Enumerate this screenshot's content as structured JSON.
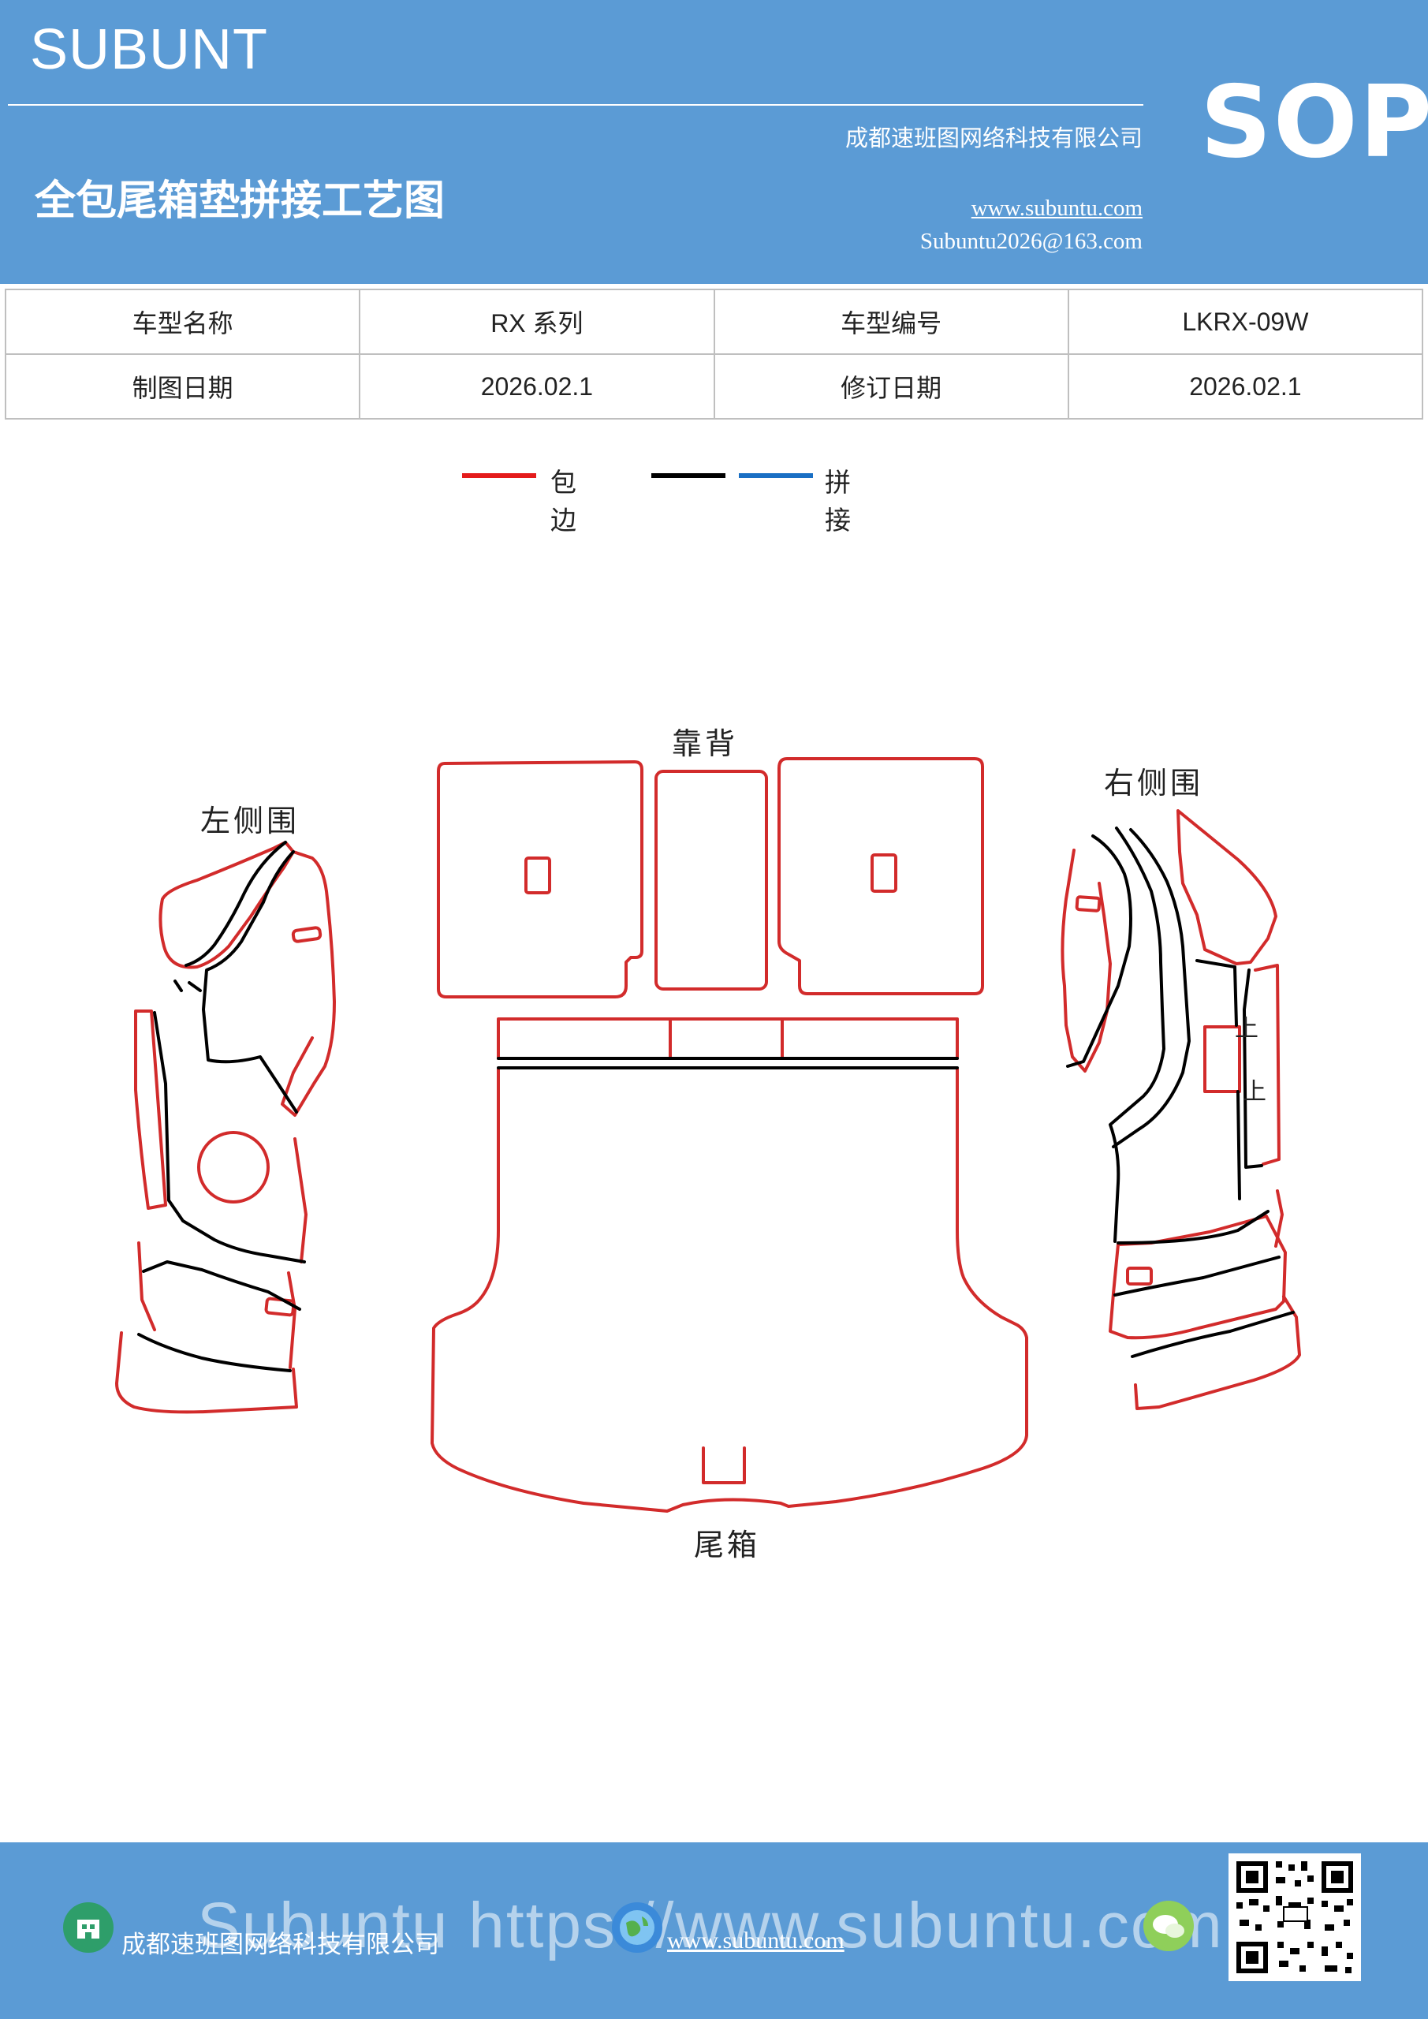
{
  "header": {
    "brand": "SUBUNT",
    "title": "全包尾箱垫拼接工艺图",
    "company": "成都速班图网络科技有限公司",
    "website": "www.subuntu.com",
    "email": "Subuntu2026@163.com",
    "badge": "SOP"
  },
  "info_table": {
    "model_name_label": "车型名称",
    "model_name_value": "RX 系列",
    "model_code_label": "车型编号",
    "model_code_value": "LKRX-09W",
    "draw_date_label": "制图日期",
    "draw_date_value": "2026.02.1",
    "revise_date_label": "修订日期",
    "revise_date_value": "2026.02.1"
  },
  "legend": {
    "edge_label": "包边",
    "splice_label": "拼接",
    "edge_color": "#e41b1b",
    "black_color": "#000000",
    "splice_color": "#1a6fc4"
  },
  "diagram": {
    "left_label": "左侧围",
    "back_label": "靠背",
    "right_label": "右侧围",
    "trunk_label": "尾箱",
    "up_mark_1": "上",
    "up_mark_2": "上",
    "outline_color": "#d22b2b",
    "seam_color": "#000000"
  },
  "footer": {
    "company": "成都速班图网络科技有限公司",
    "website": "www.subuntu.com",
    "watermark": "Subuntu https://www.subuntu.com"
  },
  "colors": {
    "header_bg": "#5b9bd5",
    "footer_bg": "#5b9bd5"
  }
}
